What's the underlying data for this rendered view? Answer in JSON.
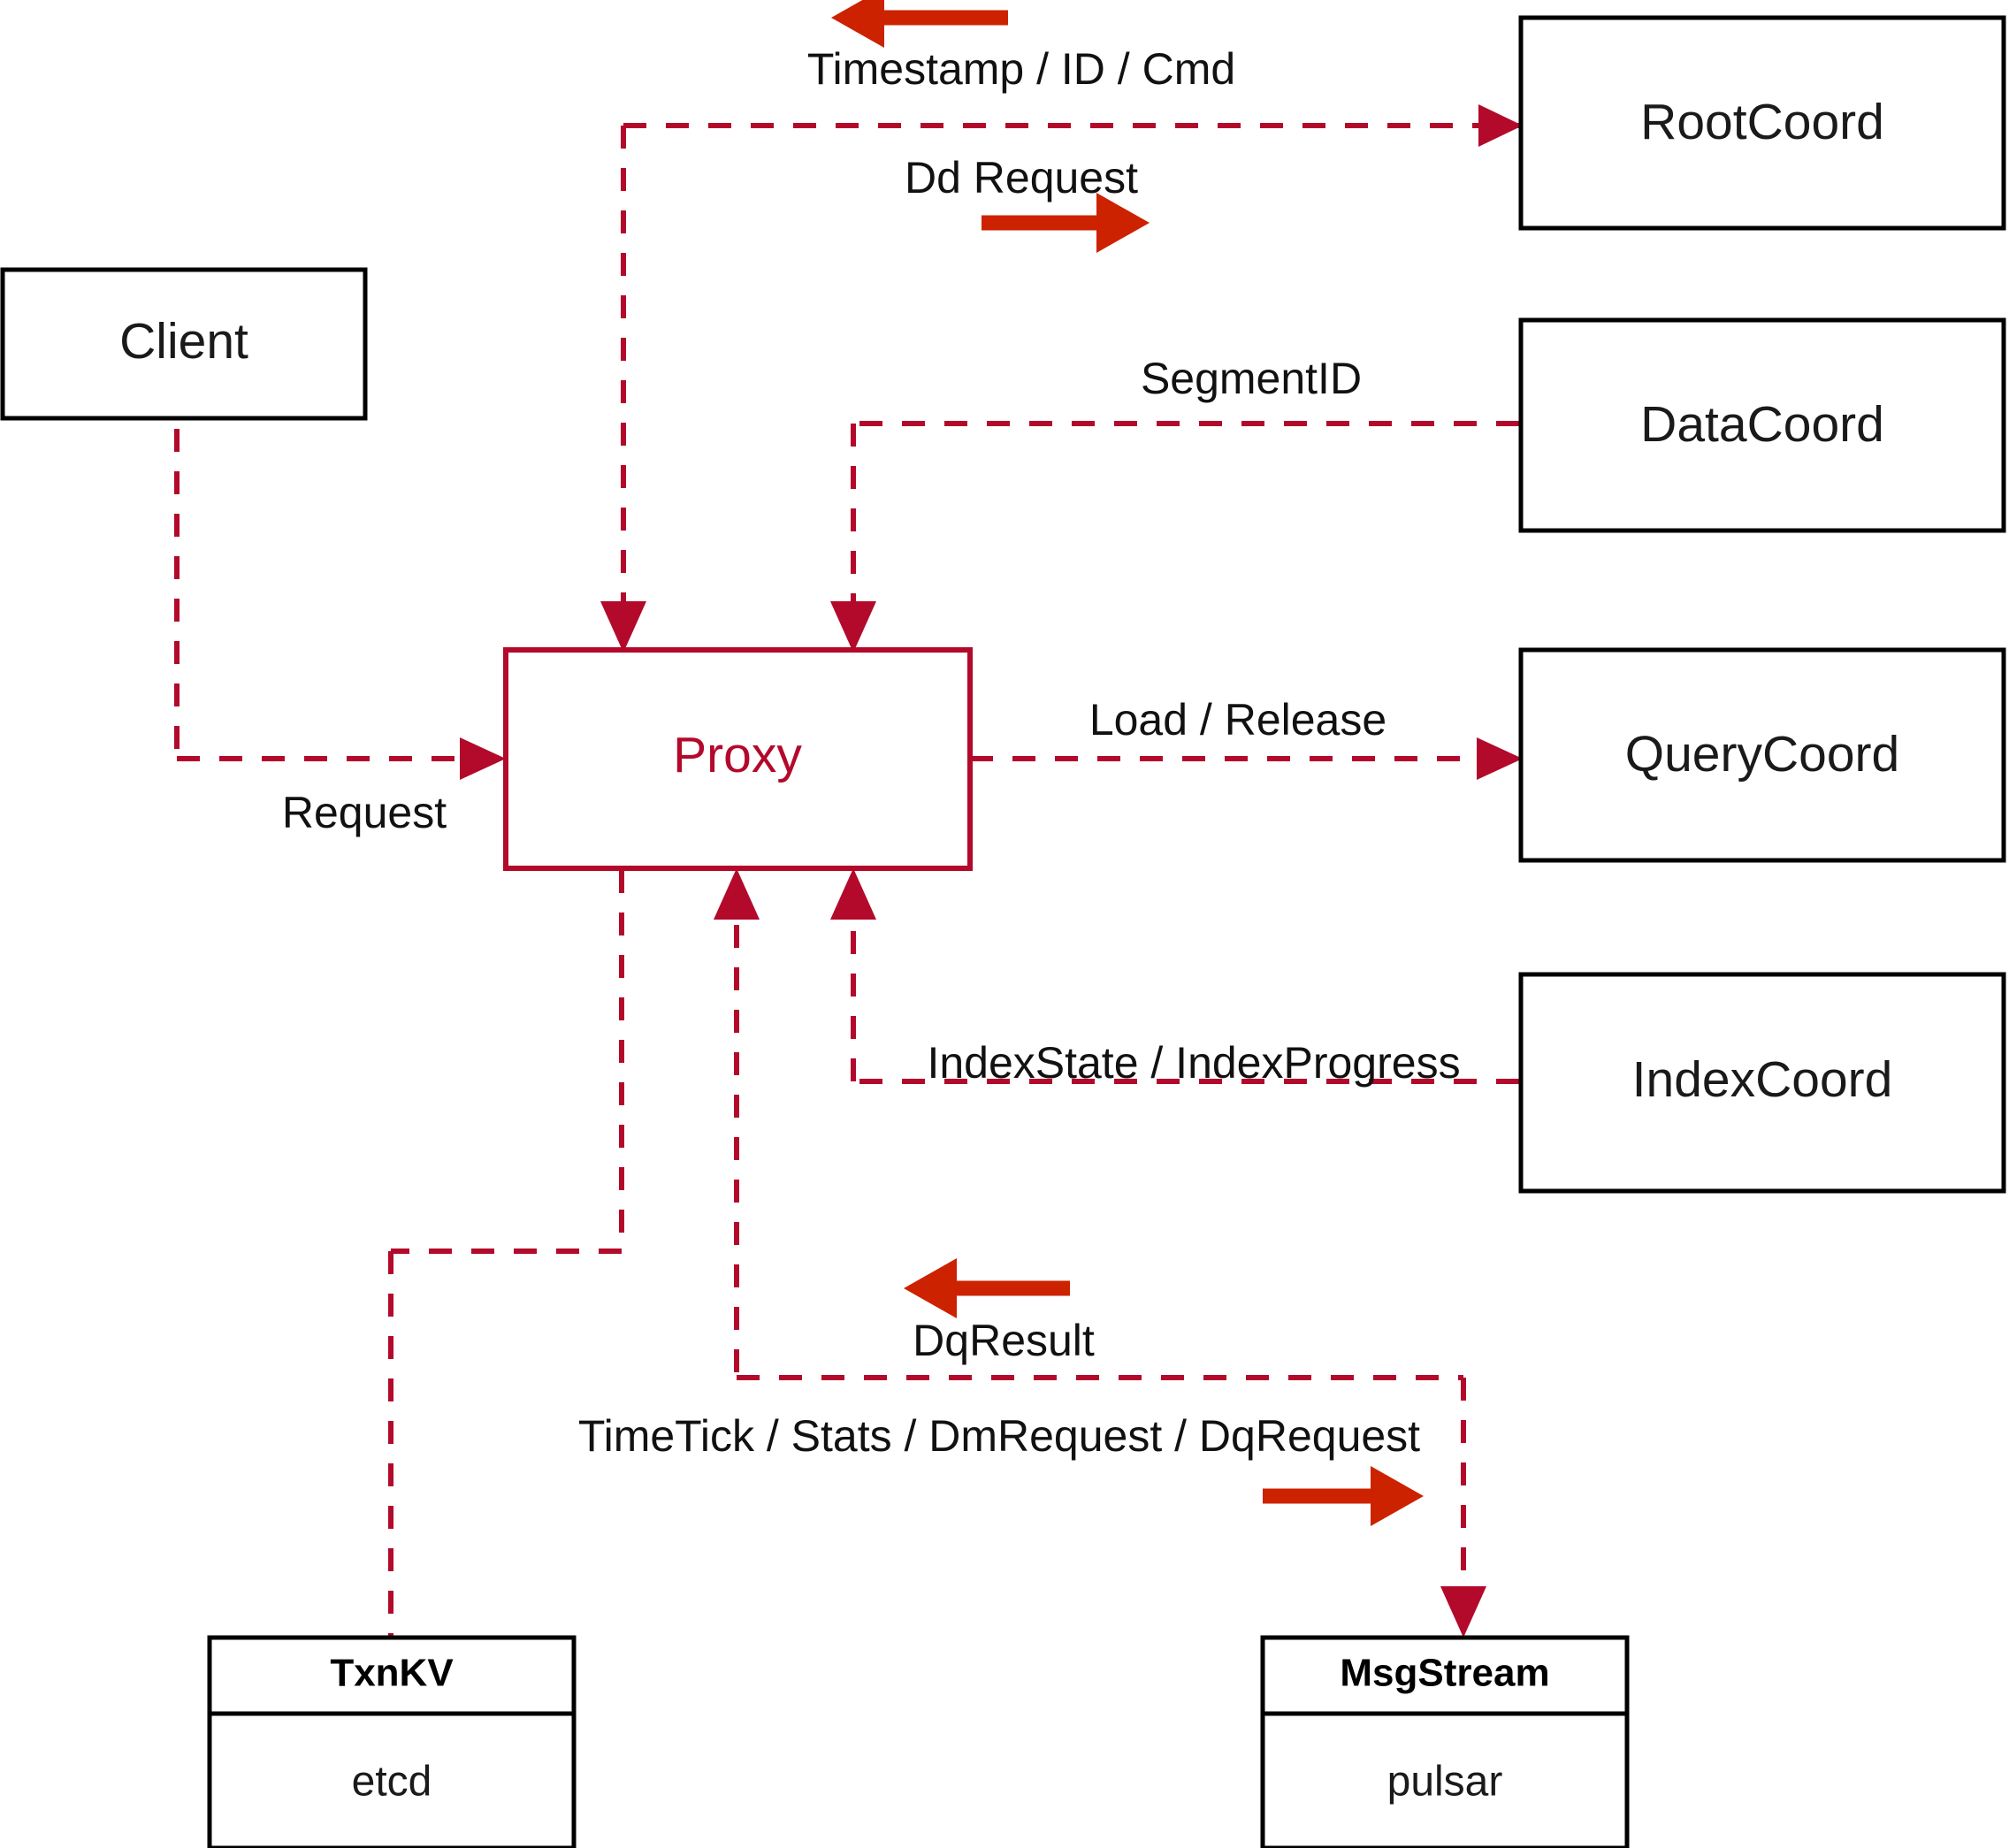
{
  "diagram": {
    "title": "Milvus Proxy interaction diagram",
    "colors": {
      "accent": "#B3092B",
      "flow_arrow": "#CC2200",
      "node_stroke": "#000000",
      "background": "#ffffff"
    },
    "nodes": [
      {
        "id": "client",
        "label": "Client",
        "style": "plain"
      },
      {
        "id": "proxy",
        "label": "Proxy",
        "style": "accent"
      },
      {
        "id": "rootcoord",
        "label": "RootCoord",
        "style": "plain"
      },
      {
        "id": "datacoord",
        "label": "DataCoord",
        "style": "plain"
      },
      {
        "id": "querycoord",
        "label": "QueryCoord",
        "style": "plain"
      },
      {
        "id": "indexcoord",
        "label": "IndexCoord",
        "style": "plain"
      },
      {
        "id": "txnkv",
        "label": "TxnKV",
        "sublabel": "etcd",
        "style": "split"
      },
      {
        "id": "msgstream",
        "label": "MsgStream",
        "sublabel": "pulsar",
        "style": "split"
      }
    ],
    "edge_labels": {
      "timestamp_id_cmd": "Timestamp / ID / Cmd",
      "dd_request": "Dd Request",
      "segment_id": "SegmentID",
      "request": "Request",
      "load_release": "Load / Release",
      "index_state_progress": "IndexState / IndexProgress",
      "dq_result": "DqResult",
      "timetick_stats": "TimeTick / Stats / DmRequest / DqRequest"
    },
    "edges": [
      {
        "from": "proxy",
        "to": "rootcoord",
        "label": "Dd Request",
        "direction": "right"
      },
      {
        "from": "rootcoord",
        "to": "proxy",
        "label": "Timestamp / ID / Cmd",
        "direction": "left"
      },
      {
        "from": "datacoord",
        "to": "proxy",
        "label": "SegmentID",
        "direction": "left"
      },
      {
        "from": "client",
        "to": "proxy",
        "label": "Request",
        "direction": "right"
      },
      {
        "from": "proxy",
        "to": "querycoord",
        "label": "Load / Release",
        "direction": "right"
      },
      {
        "from": "indexcoord",
        "to": "proxy",
        "label": "IndexState / IndexProgress",
        "direction": "left"
      },
      {
        "from": "msgstream",
        "to": "proxy",
        "label": "DqResult",
        "direction": "left"
      },
      {
        "from": "proxy",
        "to": "msgstream",
        "label": "TimeTick / Stats / DmRequest / DqRequest",
        "direction": "right"
      },
      {
        "from": "proxy",
        "to": "txnkv",
        "label": "",
        "direction": "down"
      }
    ]
  }
}
